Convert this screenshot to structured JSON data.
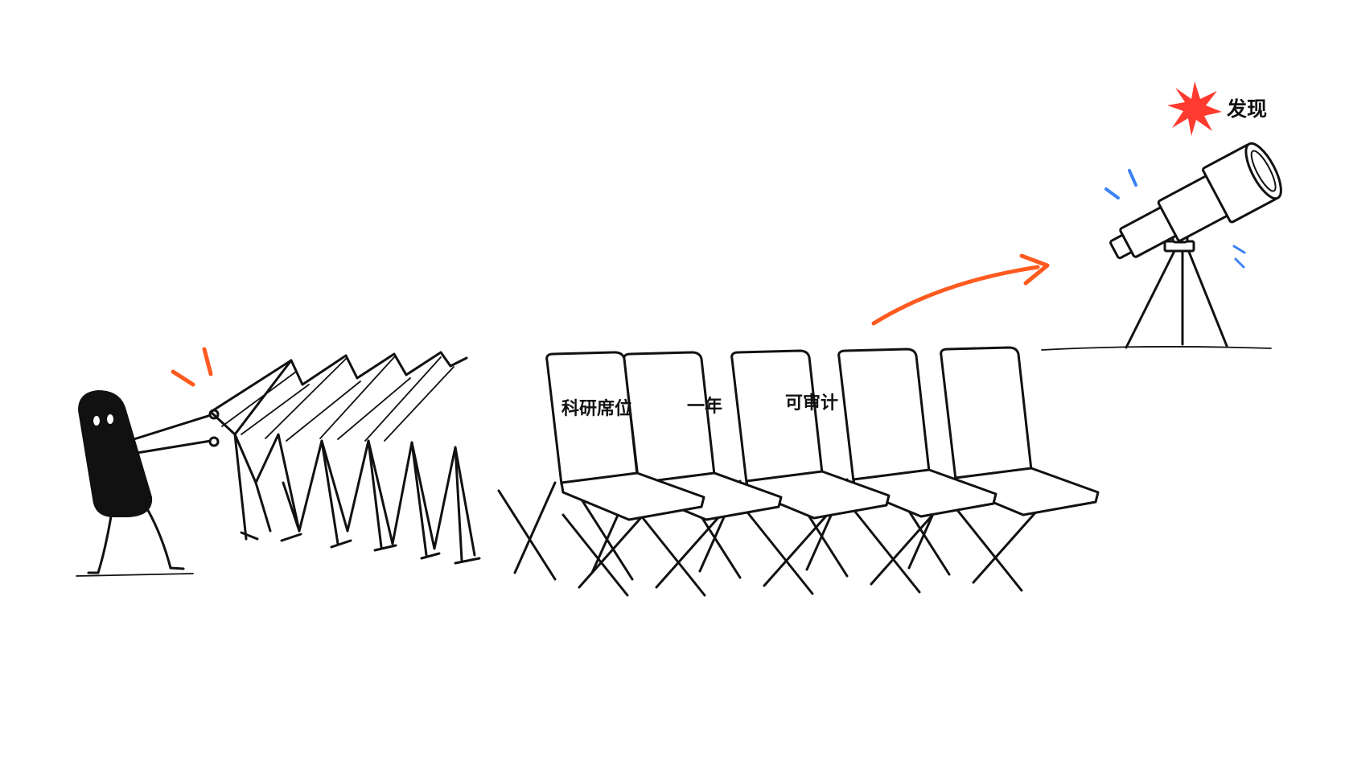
{
  "chair_labels": [
    "科研席位",
    "一年",
    "可审计"
  ],
  "discovery_label": "发现",
  "colors": {
    "ink": "#111111",
    "accent_orange": "#ff5a1f",
    "accent_blue": "#3b82f6",
    "star_red": "#ff3b2f",
    "background": "#ffffff"
  },
  "icons": [
    "figure-character",
    "folding-chair",
    "telescope",
    "starburst",
    "arrow"
  ]
}
